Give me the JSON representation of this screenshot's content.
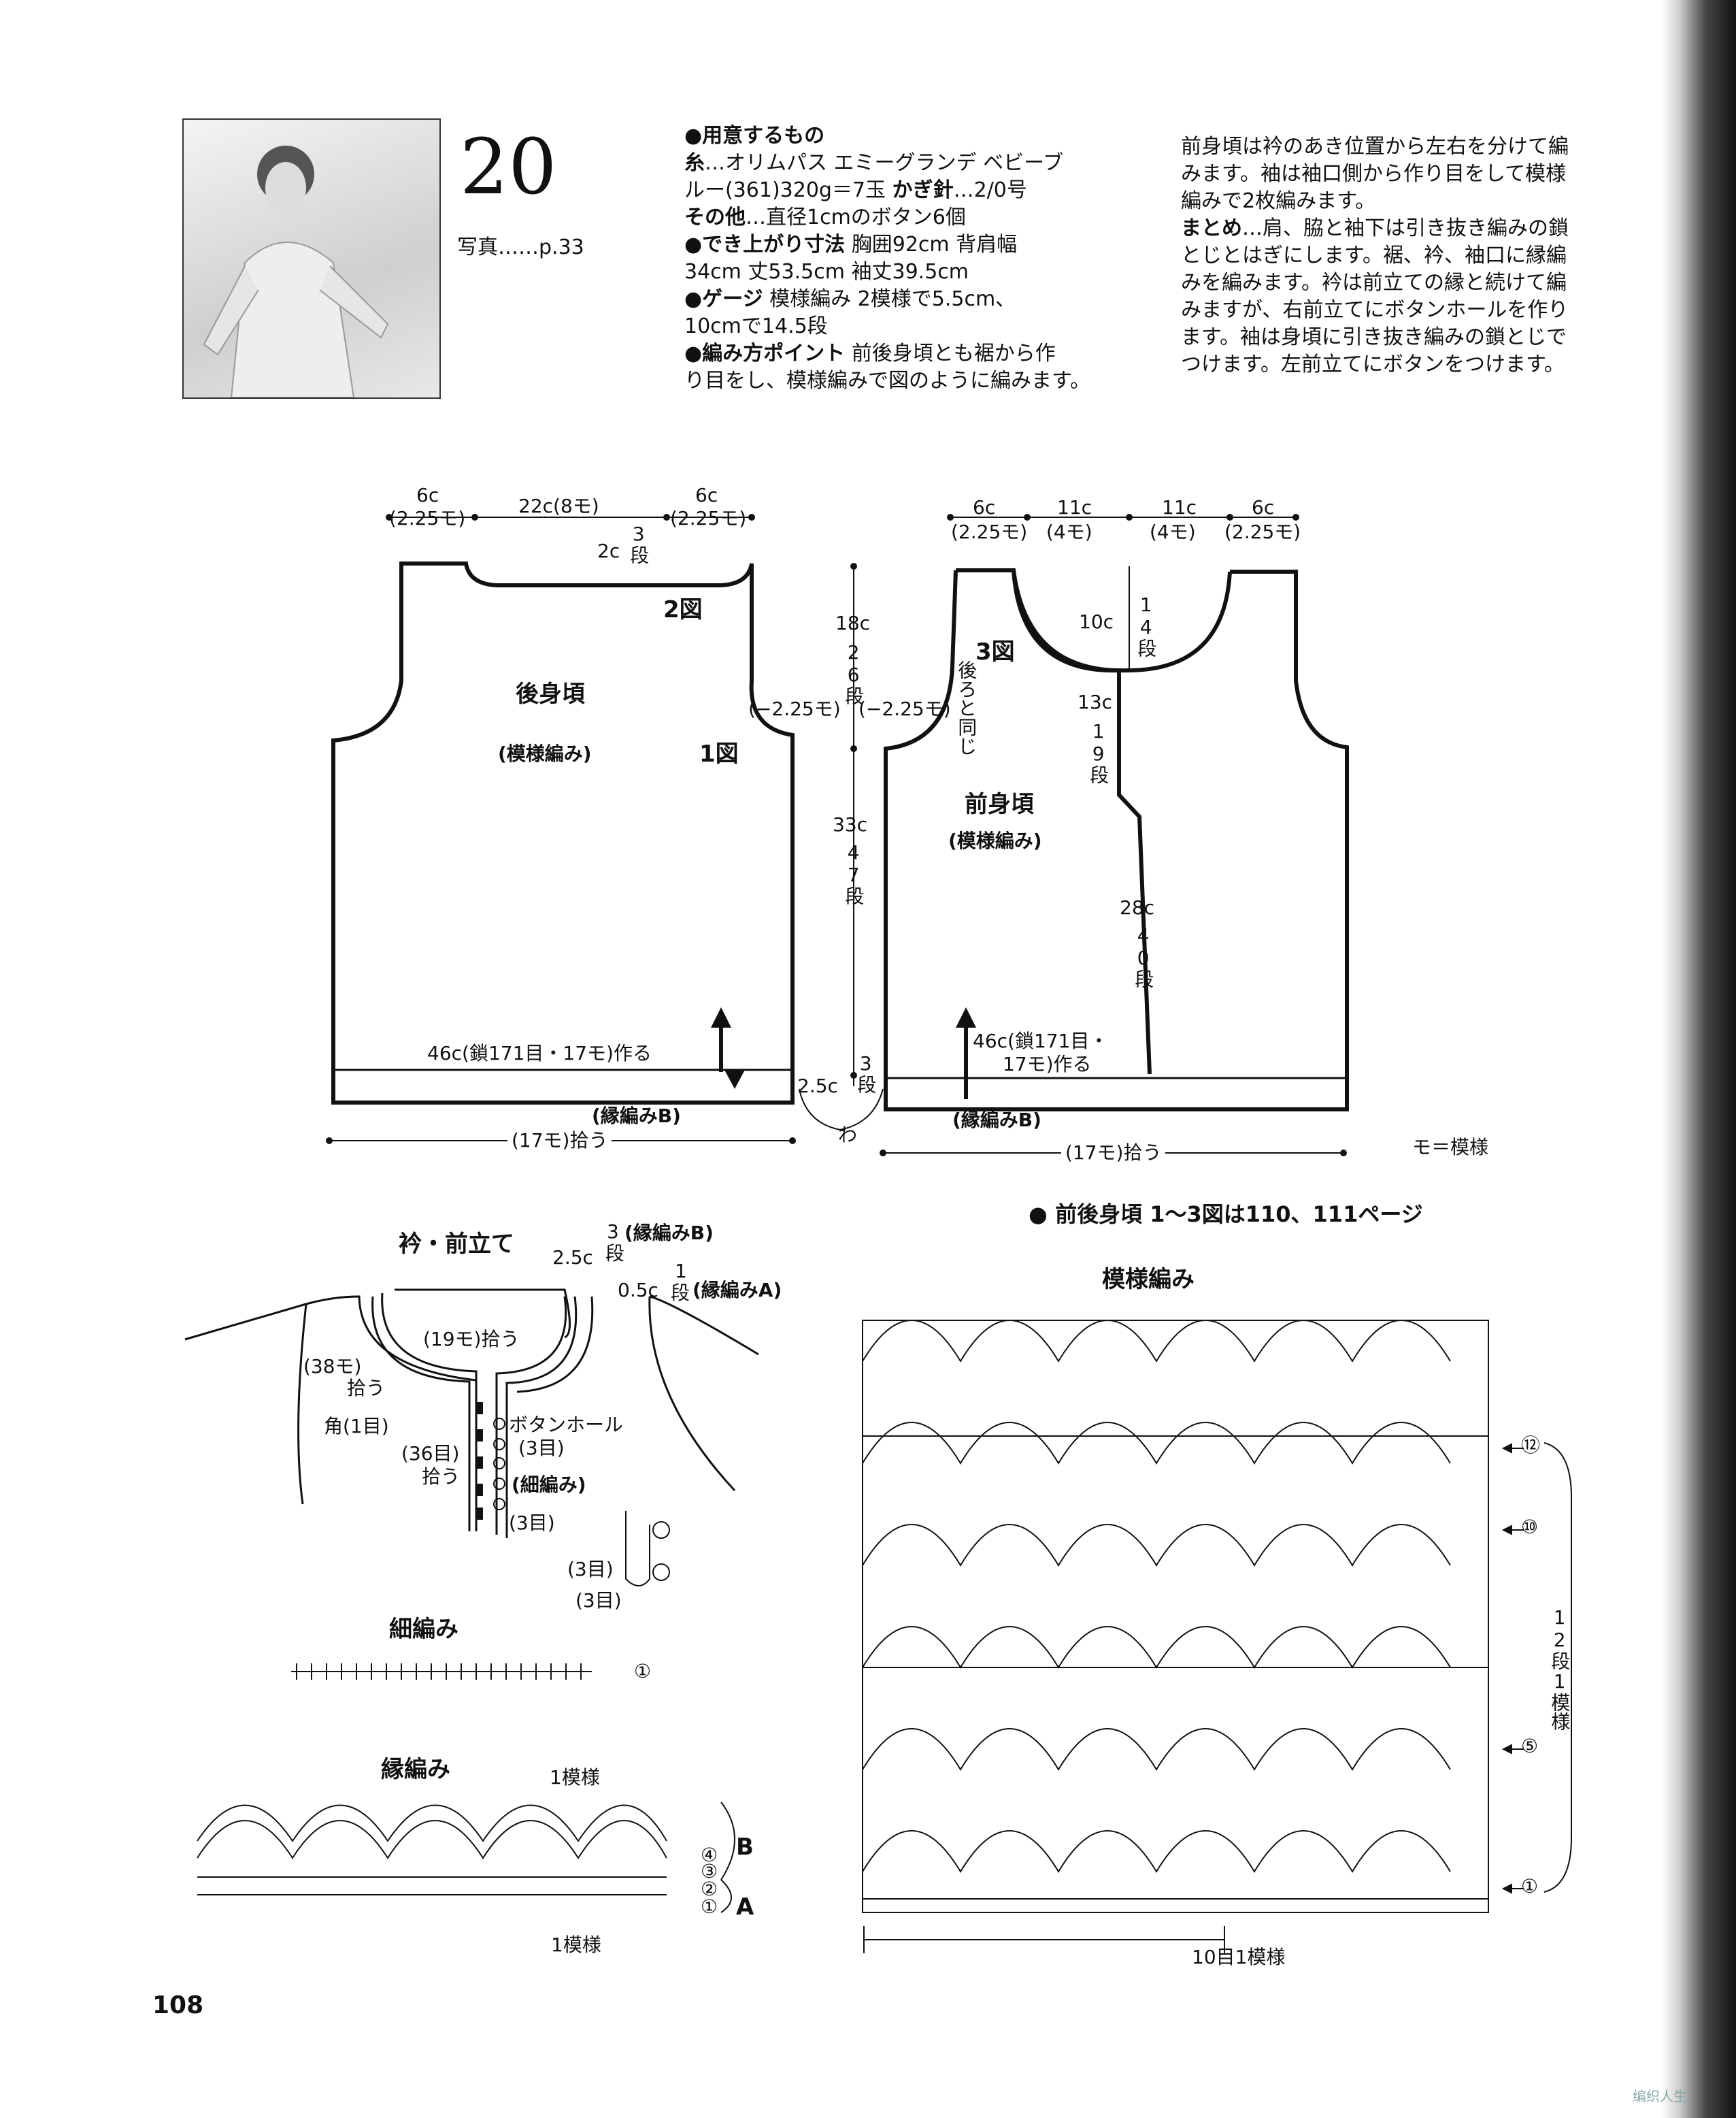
{
  "pattern": {
    "number": "20",
    "photo_ref": "写真……p.33"
  },
  "materials": {
    "heading": "●用意するもの",
    "yarn_label": "糸",
    "yarn_text_1": "…オリムパス エミーグランデ ベビーブ",
    "yarn_text_2": "ルー(361)320g＝7玉",
    "hook_label": "かぎ針",
    "hook_text": "…2/0号",
    "other_label": "その他",
    "other_text": "…直径1cmのボタン6個",
    "size_heading": "●でき上がり寸法",
    "size_text_1": "胸囲92cm 背肩幅",
    "size_text_2": "34cm 丈53.5cm 袖丈39.5cm",
    "gauge_heading": "●ゲージ",
    "gauge_text_1": "模様編み 2模様で5.5cm、",
    "gauge_text_2": "10cmで14.5段",
    "point_heading": "●編み方ポイント",
    "point_text_1": "前後身頃とも裾から作",
    "point_text_2": "り目をし、模様編みで図のように編みます。"
  },
  "notes": {
    "line1": "前身頃は衿のあき位置から左右を分けて編",
    "line2": "みます。袖は袖口側から作り目をして模様",
    "line3": "編みで2枚編みます。",
    "finish_label": "まとめ",
    "line4": "…肩、脇と袖下は引き抜き編みの鎖",
    "line5": "とじとはぎにします。裾、衿、袖口に縁編",
    "line6": "みを編みます。衿は前立ての縁と続けて編",
    "line7": "みますが、右前立てにボタンホールを作り",
    "line8": "ます。袖は身頃に引き抜き編みの鎖とじで",
    "line9": "つけます。左前立てにボタンをつけます。"
  },
  "back": {
    "title": "後身頃",
    "subtitle": "(模様編み)",
    "fig": "1図",
    "fig2": "2図",
    "top_left": "6c",
    "top_left_sub": "(2.25モ)",
    "top_mid": "22c(8モ)",
    "top_right": "6c",
    "top_right_sub": "(2.25モ)",
    "neck": "2c",
    "neck_rows": "3段",
    "side": "(−2.25モ)",
    "cast_on": "46c(鎖171目・17モ)作る",
    "edging": "(縁編みB)",
    "pickup": "(17モ)拾う"
  },
  "center": {
    "a": "18c",
    "a_rows": "26段",
    "side2": "(−2.25モ)",
    "b": "33c",
    "b_rows": "47段",
    "c": "2.5c",
    "c_rows": "3段",
    "wa": "わ"
  },
  "front": {
    "title": "前身頃",
    "subtitle": "(模様編み)",
    "fig3": "3図",
    "same": "後ろと同じ",
    "top1": "6c",
    "top1_sub": "(2.25モ)",
    "top2": "11c",
    "top2_sub": "(4モ)",
    "top3": "11c",
    "top3_sub": "(4モ)",
    "top4": "6c",
    "top4_sub": "(2.25モ)",
    "neck": "10c",
    "neck_rows": "14段",
    "open": "13c",
    "open_rows": "19段",
    "lower": "28c",
    "lower_rows": "40段",
    "cast_on_1": "46c(鎖171目・",
    "cast_on_2": "17モ)作る",
    "edging": "(縁編みB)",
    "pickup": "(17モ)拾う"
  },
  "legend": "モ＝模様",
  "reference": "● 前後身頃 1〜3図は110、111ページ",
  "collar": {
    "title": "衿・前立て",
    "r3": "3",
    "r3_rows": "段",
    "r3_label": "(縁編みB)",
    "w25": "2.5c",
    "w05": "0.5c",
    "r1": "1",
    "r1_rows": "段",
    "r1_label": "(縁編みA)",
    "pick19": "(19モ)拾う",
    "pick38": "(38モ)",
    "pick38b": "拾う",
    "corner": "角(1目)",
    "pick36": "(36目)",
    "pick36b": "拾う",
    "bh": "ボタンホール",
    "bh3": "(3目)",
    "sc": "(細編み)",
    "m3a": "(3目)",
    "m3b": "(3目)",
    "m3c": "(3目)"
  },
  "sc_chart": {
    "title": "細編み",
    "row": "①"
  },
  "edge_chart": {
    "title": "縁編み",
    "repeat_top": "1模様",
    "repeat_bottom": "1模様",
    "row1": "①",
    "row2": "②",
    "row3": "③",
    "row4": "④",
    "B": "B",
    "A": "A"
  },
  "pattern_chart": {
    "title": "模様編み",
    "r12": "⑫",
    "r10": "⑩",
    "r5": "⑤",
    "r1": "①",
    "repeat_rows": "12段1模様",
    "repeat_sts": "10目1模様"
  },
  "page_number": "108",
  "watermark": "编织人生"
}
